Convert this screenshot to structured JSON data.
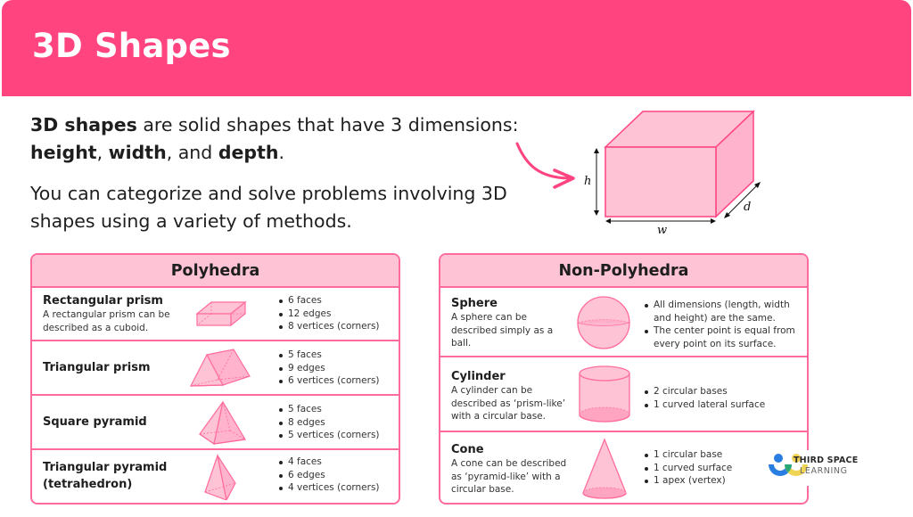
{
  "header": {
    "title": "3D Shapes",
    "color": "#ff4480"
  },
  "intro": {
    "p1": {
      "bold1": "3D shapes",
      "text1": " are solid shapes that have 3 dimensions:",
      "bold2": "height",
      "sep1": ", ",
      "bold3": "width",
      "sep2": ", and ",
      "bold4": "depth",
      "end": "."
    },
    "p2": "You can categorize and solve problems involving 3D shapes using a variety of methods."
  },
  "hero": {
    "labels": {
      "h": "h",
      "w": "w",
      "d": "d"
    }
  },
  "polyhedra": {
    "title": "Polyhedra",
    "rows": [
      {
        "name": "Rectangular prism",
        "desc": "A rectangular prism can be described as a cuboid.",
        "facts": [
          "6 faces",
          "12 edges",
          "8 vertices (corners)"
        ],
        "shape": "rectangular-prism-icon"
      },
      {
        "name": "Triangular prism",
        "desc": "",
        "facts": [
          "5 faces",
          "9 edges",
          "6 vertices (corners)"
        ],
        "shape": "triangular-prism-icon"
      },
      {
        "name": "Square pyramid",
        "desc": "",
        "facts": [
          "5 faces",
          "8 edges",
          "5 vertices (corners)"
        ],
        "shape": "square-pyramid-icon"
      },
      {
        "name": "Triangular pyramid (tetrahedron)",
        "name_line1": "Triangular pyramid",
        "name_line2": "(tetrahedron)",
        "desc": "",
        "facts": [
          "4 faces",
          "6 edges",
          "4 vertices (corners)"
        ],
        "shape": "tetrahedron-icon"
      }
    ]
  },
  "non_polyhedra": {
    "title": "Non-Polyhedra",
    "rows": [
      {
        "name": "Sphere",
        "desc": "A sphere can be described simply as a ball.",
        "facts": [
          "All dimensions (length, width and height) are the same.",
          "The center point is equal from every point on its surface."
        ],
        "shape": "sphere-icon"
      },
      {
        "name": "Cylinder",
        "desc": "A cylinder can be described as ‘prism-like’ with a circular base.",
        "facts": [
          "2 circular bases",
          "1 curved lateral surface"
        ],
        "shape": "cylinder-icon"
      },
      {
        "name": "Cone",
        "desc": "A cone can be described as ‘pyramid-like’ with a circular base.",
        "facts": [
          "1 circular base",
          "1 curved surface",
          "1 apex (vertex)"
        ],
        "shape": "cone-icon"
      }
    ]
  },
  "logo": {
    "line1": "THIRD SPACE",
    "line2": "LEARNING"
  },
  "colors": {
    "accent": "#ff4480",
    "border": "#ff6c9c",
    "fill": "#ffc3d6",
    "text": "#1e1e1e"
  }
}
